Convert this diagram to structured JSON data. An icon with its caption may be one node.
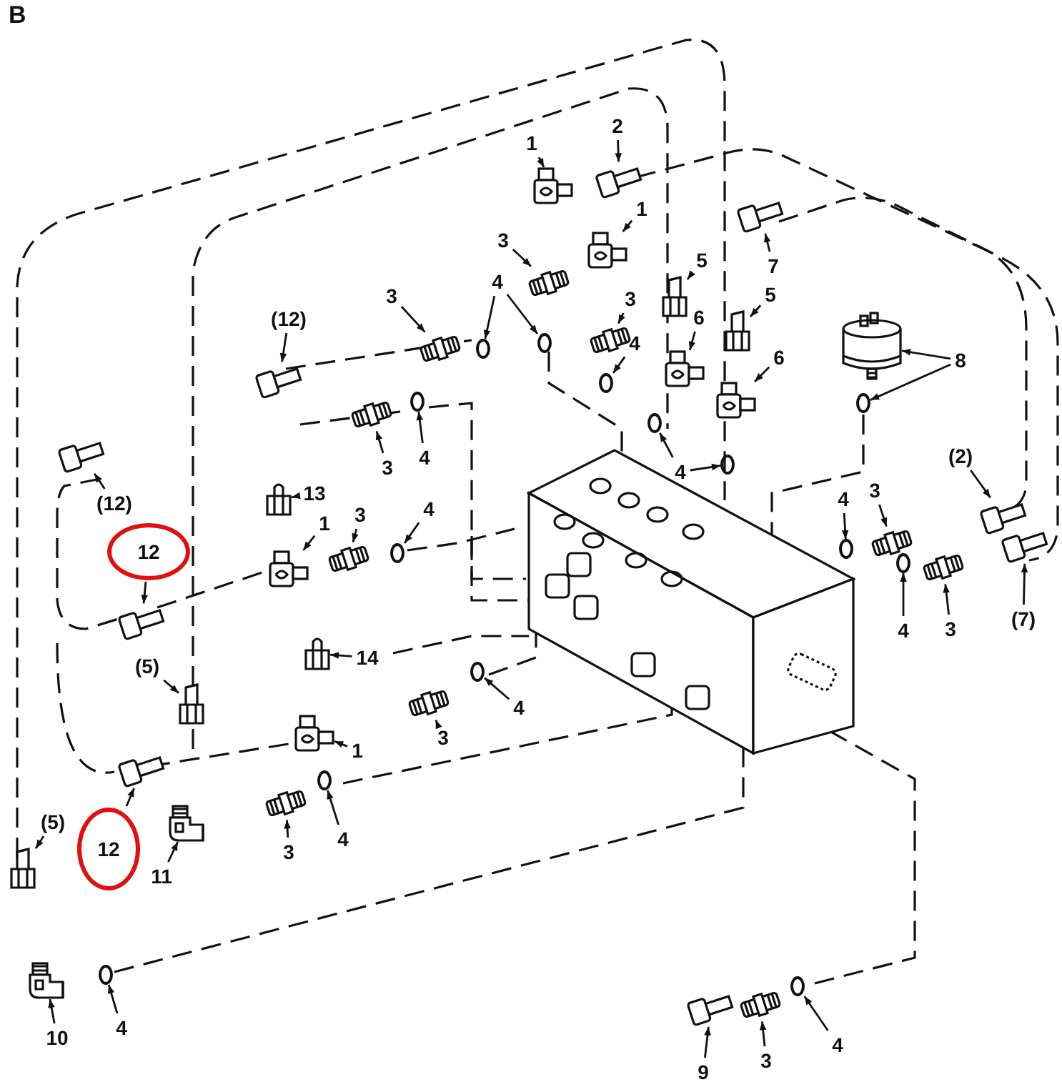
{
  "diagram": {
    "nodes": [
      {
        "text": [
          "1"
        ]
      },
      {
        "text": [
          "2"
        ]
      },
      {
        "text": [
          "1"
        ]
      },
      {
        "text": [
          "3"
        ]
      },
      {
        "text": [
          "5"
        ]
      },
      {
        "text": [
          "7"
        ]
      },
      {
        "text": [
          "3"
        ]
      },
      {
        "text": [
          "4"
        ]
      },
      {
        "text": [
          "(12)"
        ]
      },
      {
        "text": [
          "3"
        ]
      },
      {
        "text": [
          "5"
        ]
      },
      {
        "text": [
          "6"
        ]
      },
      {
        "text": [
          "4"
        ]
      },
      {
        "text": [
          "6"
        ]
      },
      {
        "text": [
          "8"
        ]
      },
      {
        "text": [
          "(2)"
        ]
      },
      {
        "text": [
          "3"
        ]
      },
      {
        "text": [
          "4"
        ]
      },
      {
        "text": [
          "4"
        ]
      },
      {
        "text": [
          "(12)"
        ]
      },
      {
        "text": [
          "13"
        ]
      },
      {
        "text": [
          "1"
        ]
      },
      {
        "text": [
          "3"
        ]
      },
      {
        "text": [
          "4"
        ]
      },
      {
        "text": [
          "12"
        ]
      },
      {
        "text": [
          "4"
        ]
      },
      {
        "text": [
          "3"
        ]
      },
      {
        "text": [
          "(7)"
        ]
      },
      {
        "text": [
          "4"
        ]
      },
      {
        "text": [
          "3"
        ]
      },
      {
        "text": [
          "14"
        ]
      },
      {
        "text": [
          "4"
        ]
      },
      {
        "text": [
          "3"
        ]
      },
      {
        "text": [
          "1"
        ]
      },
      {
        "text": [
          "(5)"
        ]
      },
      {
        "text": [
          "3"
        ]
      },
      {
        "text": [
          "4"
        ]
      },
      {
        "text": [
          "11"
        ]
      },
      {
        "text": [
          "12"
        ]
      },
      {
        "text": [
          "(5)"
        ]
      },
      {
        "text": [
          "10"
        ]
      },
      {
        "text": [
          "4"
        ]
      },
      {
        "text": [
          "9"
        ]
      },
      {
        "text": [
          "3"
        ]
      },
      {
        "text": [
          "4"
        ]
      },
      {
        "text": [],
        "shape": "picture"
      },
      {
        "text": [],
        "shape": "picture"
      },
      {
        "text": [],
        "shape": "picture"
      },
      {
        "text": [],
        "shape": "picture"
      },
      {
        "text": [],
        "shape": "picture"
      },
      {
        "text": [],
        "shape": "picture"
      },
      {
        "text": [],
        "shape": "picture"
      },
      {
        "text": [],
        "shape": "circle"
      },
      {
        "text": [],
        "shape": "circle"
      },
      {
        "text": [],
        "shape": "picture"
      },
      {
        "text": [],
        "shape": "picture"
      },
      {
        "text": [],
        "shape": "picture"
      },
      {
        "text": [],
        "shape": "picture"
      },
      {
        "text": [],
        "shape": "circle"
      },
      {
        "text": [],
        "shape": "picture"
      },
      {
        "text": [],
        "shape": "picture"
      },
      {
        "text": [],
        "shape": "circle"
      },
      {
        "text": [],
        "shape": "picture"
      },
      {
        "text": [],
        "shape": "picture"
      },
      {
        "text": [],
        "shape": "circle"
      },
      {
        "text": [],
        "shape": "circle"
      },
      {
        "text": [],
        "shape": "circle"
      },
      {
        "text": [],
        "shape": "picture"
      },
      {
        "text": [],
        "shape": "picture"
      },
      {
        "text": [],
        "shape": "picture"
      },
      {
        "text": [],
        "shape": "picture"
      },
      {
        "text": [],
        "shape": "circle"
      },
      {
        "text": [],
        "shape": "picture"
      },
      {
        "text": [],
        "shape": "circle"
      },
      {
        "text": [],
        "shape": "picture"
      },
      {
        "text": [],
        "shape": "picture"
      },
      {
        "text": [],
        "shape": "circle"
      },
      {
        "text": [],
        "shape": "picture"
      },
      {
        "text": [],
        "shape": "picture"
      },
      {
        "text": [],
        "shape": "circle"
      },
      {
        "text": [],
        "shape": "picture"
      },
      {
        "text": [],
        "shape": "picture"
      },
      {
        "text": [],
        "shape": "picture"
      },
      {
        "text": [],
        "shape": "picture"
      },
      {
        "text": [],
        "shape": "circle"
      },
      {
        "text": [],
        "shape": "picture"
      },
      {
        "text": [],
        "shape": "picture"
      },
      {
        "text": [],
        "shape": "picture"
      },
      {
        "text": [],
        "shape": "picture"
      },
      {
        "text": [],
        "shape": "circle"
      },
      {
        "text": [],
        "shape": "picture"
      },
      {
        "text": [],
        "shape": "picture"
      },
      {
        "text": [],
        "shape": "circle"
      }
    ],
    "edges": [
      {
        "from": 0,
        "to": 45,
        "arrow": "to"
      },
      {
        "from": 1,
        "to": 46,
        "arrow": "to"
      },
      {
        "from": 2,
        "to": 47,
        "arrow": "to"
      },
      {
        "from": 3,
        "to": 48,
        "arrow": "to"
      },
      {
        "from": 4,
        "to": 49,
        "arrow": "to"
      },
      {
        "from": 5,
        "to": 50,
        "arrow": "to"
      },
      {
        "from": 6,
        "to": 51,
        "arrow": "to"
      },
      {
        "from": 7,
        "to": 52,
        "arrow": "to"
      },
      {
        "from": 7,
        "to": 53,
        "arrow": "to"
      },
      {
        "from": 8,
        "to": 54,
        "arrow": "to"
      },
      {
        "from": 9,
        "to": 55,
        "arrow": "to"
      },
      {
        "from": 10,
        "to": 56,
        "arrow": "to"
      },
      {
        "from": 11,
        "to": 57,
        "arrow": "to"
      },
      {
        "from": 12,
        "to": 58,
        "arrow": "to"
      },
      {
        "from": 13,
        "to": 59,
        "arrow": "to"
      },
      {
        "from": 14,
        "to": 60,
        "arrow": "to"
      },
      {
        "from": 14,
        "to": 61,
        "arrow": "to"
      },
      {
        "from": 15,
        "to": 62,
        "arrow": "to"
      },
      {
        "from": 16,
        "to": 63,
        "arrow": "to"
      },
      {
        "from": 17,
        "to": 64,
        "arrow": "to"
      },
      {
        "from": 18,
        "to": 65,
        "arrow": "to"
      },
      {
        "from": 18,
        "to": 66,
        "arrow": "to"
      },
      {
        "from": 19,
        "to": 67,
        "arrow": "to"
      },
      {
        "from": 20,
        "to": 68,
        "arrow": "to"
      },
      {
        "from": 21,
        "to": 69,
        "arrow": "to"
      },
      {
        "from": 22,
        "to": 70,
        "arrow": "to"
      },
      {
        "from": 23,
        "to": 71,
        "arrow": "to"
      },
      {
        "from": 24,
        "to": 72,
        "arrow": "to"
      },
      {
        "from": 25,
        "to": 73,
        "arrow": "to"
      },
      {
        "from": 26,
        "to": 74,
        "arrow": "to"
      },
      {
        "from": 27,
        "to": 75,
        "arrow": "to"
      },
      {
        "from": 28,
        "to": 76,
        "arrow": "to"
      },
      {
        "from": 29,
        "to": 77,
        "arrow": "to"
      },
      {
        "from": 30,
        "to": 78,
        "arrow": "to"
      },
      {
        "from": 31,
        "to": 79,
        "arrow": "to"
      },
      {
        "from": 32,
        "to": 80,
        "arrow": "to"
      },
      {
        "from": 33,
        "to": 81,
        "arrow": "to"
      },
      {
        "from": 34,
        "to": 82,
        "arrow": "to"
      },
      {
        "from": 35,
        "to": 83,
        "arrow": "to"
      },
      {
        "from": 36,
        "to": 84,
        "arrow": "to"
      },
      {
        "from": 37,
        "to": 85,
        "arrow": "to"
      },
      {
        "from": 38,
        "to": 86,
        "arrow": "to"
      },
      {
        "from": 39,
        "to": 87,
        "arrow": "to"
      },
      {
        "from": 40,
        "to": 88,
        "arrow": "to"
      },
      {
        "from": 41,
        "to": 89,
        "arrow": "to"
      },
      {
        "from": 42,
        "to": 90,
        "arrow": "to"
      },
      {
        "from": 43,
        "to": 91,
        "arrow": "to"
      },
      {
        "from": 44,
        "to": 92,
        "arrow": "to"
      }
    ],
    "labels": [
      "B"
    ]
  }
}
